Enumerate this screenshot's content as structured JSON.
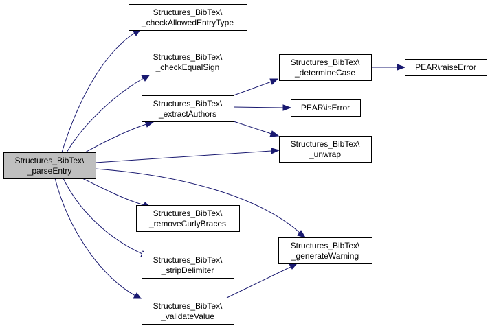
{
  "graph": {
    "nodes": {
      "parseEntry": {
        "line1": "Structures_BibTex\\",
        "line2": "_parseEntry",
        "root": true
      },
      "checkAllowedEntryType": {
        "line1": "Structures_BibTex\\",
        "line2": "_checkAllowedEntryType"
      },
      "checkEqualSign": {
        "line1": "Structures_BibTex\\",
        "line2": "_checkEqualSign"
      },
      "extractAuthors": {
        "line1": "Structures_BibTex\\",
        "line2": "_extractAuthors"
      },
      "removeCurlyBraces": {
        "line1": "Structures_BibTex\\",
        "line2": "_removeCurlyBraces"
      },
      "stripDelimiter": {
        "line1": "Structures_BibTex\\",
        "line2": "_stripDelimiter"
      },
      "validateValue": {
        "line1": "Structures_BibTex\\",
        "line2": "_validateValue"
      },
      "determineCase": {
        "line1": "Structures_BibTex\\",
        "line2": "_determineCase"
      },
      "isError": {
        "line1": "PEAR\\isError"
      },
      "unwrap": {
        "line1": "Structures_BibTex\\",
        "line2": "_unwrap"
      },
      "generateWarning": {
        "line1": "Structures_BibTex\\",
        "line2": "_generateWarning"
      },
      "raiseError": {
        "line1": "PEAR\\raiseError"
      }
    },
    "edges": [
      {
        "from": "parseEntry",
        "to": "checkAllowedEntryType"
      },
      {
        "from": "parseEntry",
        "to": "checkEqualSign"
      },
      {
        "from": "parseEntry",
        "to": "extractAuthors"
      },
      {
        "from": "parseEntry",
        "to": "unwrap"
      },
      {
        "from": "parseEntry",
        "to": "generateWarning"
      },
      {
        "from": "parseEntry",
        "to": "removeCurlyBraces"
      },
      {
        "from": "parseEntry",
        "to": "stripDelimiter"
      },
      {
        "from": "parseEntry",
        "to": "validateValue"
      },
      {
        "from": "extractAuthors",
        "to": "determineCase"
      },
      {
        "from": "extractAuthors",
        "to": "isError"
      },
      {
        "from": "extractAuthors",
        "to": "unwrap"
      },
      {
        "from": "determineCase",
        "to": "raiseError"
      },
      {
        "from": "validateValue",
        "to": "generateWarning"
      }
    ],
    "colors": {
      "edge": "#191970",
      "root_fill": "#bfbfbf",
      "node_fill": "#ffffff",
      "node_stroke": "#000000"
    }
  }
}
